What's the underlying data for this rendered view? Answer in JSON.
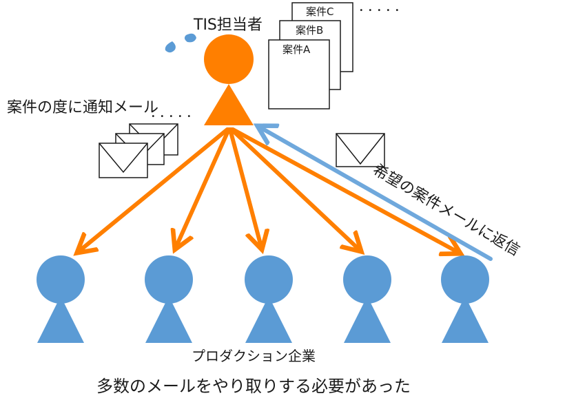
{
  "labels": {
    "tis_person": "TIS担当者",
    "notify_each_case": "案件の度に通知メール",
    "dots_mail": "．．．．．",
    "dots_docs": "．．．．．",
    "reply_wanted": "希望の案件メールに返信",
    "production_companies": "プロダクション企業",
    "summary": "多数のメールをやり取りする必要があった"
  },
  "documents": [
    {
      "label": "案件A"
    },
    {
      "label": "案件B"
    },
    {
      "label": "案件C"
    }
  ],
  "colors": {
    "tis_person": "#ff7f00",
    "company_person": "#5b9bd5",
    "notify_arrow": "#ff7f00",
    "reply_arrow": "#6fa8dc",
    "sweat_drop": "#5b9bd5"
  },
  "icons": {
    "sweat": "sweat-drop-icon",
    "mail": "envelope-icon",
    "document": "document-icon"
  }
}
